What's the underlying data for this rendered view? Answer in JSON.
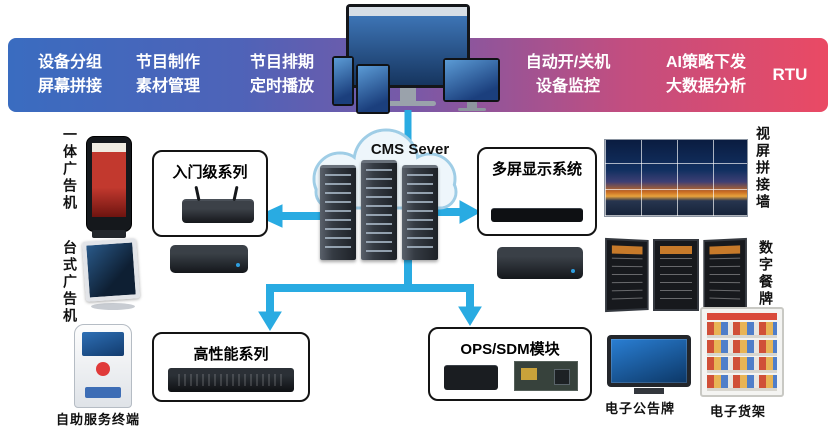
{
  "banner": {
    "items": [
      {
        "line1": "设备分组",
        "line2": "屏幕拼接"
      },
      {
        "line1": "节目制作",
        "line2": "素材管理"
      },
      {
        "line1": "节目排期",
        "line2": "定时播放"
      },
      {
        "line1": "自动开/关机",
        "line2": "设备监控"
      },
      {
        "line1": "AI策略下发",
        "line2": "大数据分析"
      },
      {
        "line1": "RTU",
        "line2": ""
      }
    ]
  },
  "server": {
    "label": "CMS Sever"
  },
  "boxes": {
    "entry": {
      "label": "入门级系列"
    },
    "multiscreen": {
      "label": "多屏显示系统"
    },
    "performance": {
      "label": "高性能系列"
    },
    "ops": {
      "label": "OPS/SDM模块"
    }
  },
  "peripherals": {
    "all_in_one": "一体广告机",
    "desktop_ad": "台式广告机",
    "self_service": "自助服务终端",
    "video_wall": "视屏拼接墙",
    "digital_menu": "数字餐牌",
    "bulletin": "电子公告牌",
    "shelf": "电子货架"
  },
  "colors": {
    "arrow": "#29abe2",
    "banner_gradient_start": "#3a6cc0",
    "banner_gradient_end": "#ea4a64"
  }
}
